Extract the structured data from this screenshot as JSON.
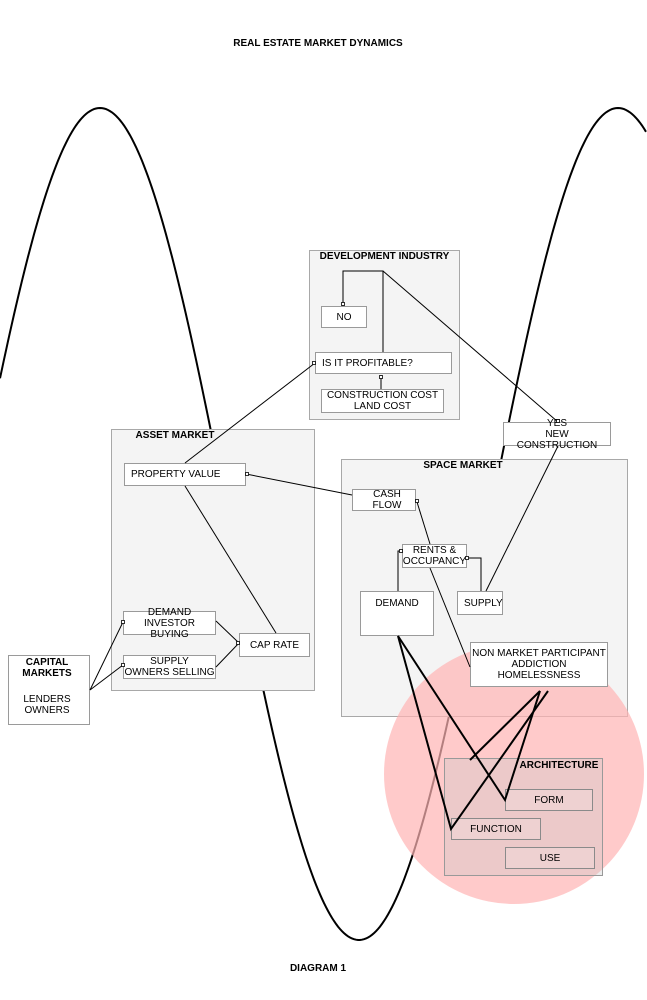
{
  "title": "REAL ESTATE MARKET DYNAMICS",
  "footer": "DIAGRAM 1",
  "panels": {
    "development": "DEVELOPMENT INDUSTRY",
    "asset": "ASSET MARKET",
    "space": "SPACE MARKET",
    "architecture": "ARCHITECTURE"
  },
  "nodes": {
    "no": "NO",
    "profitable": "IS IT PROFITABLE?",
    "construction_cost": "CONSTRUCTION COST\nLAND COST",
    "yes_new_construction": "YES\nNEW CONSTRUCTION",
    "property_value": "PROPERTY VALUE",
    "cash_flow": "CASH FLOW",
    "rents_occupancy": "RENTS &\nOCCUPANCY",
    "demand": "DEMAND",
    "supply": "SUPPLY",
    "demand_investor": "DEMAND\nINVESTOR BUYING",
    "supply_owners": "SUPPLY\nOWNERS SELLING",
    "cap_rate": "CAP RATE",
    "capital_markets_title": "CAPITAL\nMARKETS",
    "capital_markets_body": "LENDERS\nOWNERS",
    "non_market": "NON MARKET PARTICIPANT\nADDICTION\nHOMELESSNESS",
    "form": "FORM",
    "function": "FUNCTION",
    "use": "USE"
  },
  "colors": {
    "highlight_circle": "#ffb3b3",
    "panel_fill": "#f4f4f4",
    "panel_border": "#a8a8a8"
  }
}
